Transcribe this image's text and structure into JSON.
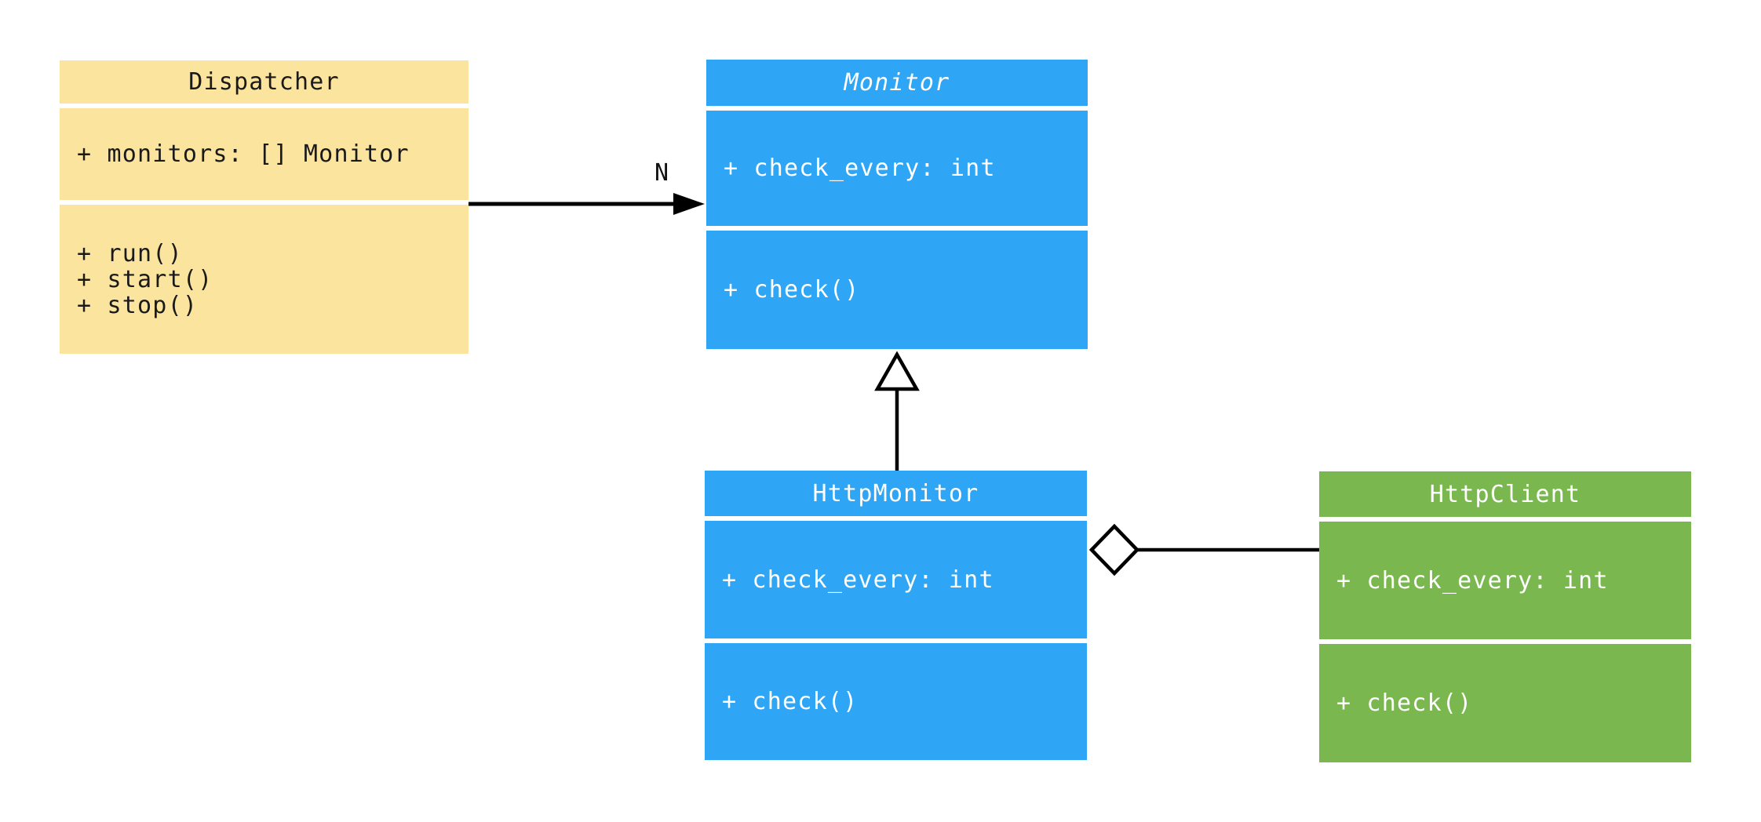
{
  "diagram": {
    "kind": "uml-class-diagram",
    "background_color": "#ffffff",
    "connector_color": "#000000",
    "classes": [
      {
        "name": "Dispatcher",
        "abstract": false,
        "fill": "#FAE49E",
        "text_color": "#1a1a1a",
        "attributes": [
          "+ monitors: [] Monitor"
        ],
        "methods": [
          "+ run()",
          "+ start()",
          "+ stop()"
        ]
      },
      {
        "name": "Monitor",
        "abstract": true,
        "fill": "#2EA6F5",
        "text_color": "#ffffff",
        "attributes": [
          "+ check_every: int"
        ],
        "methods": [
          "+ check()"
        ]
      },
      {
        "name": "HttpMonitor",
        "abstract": false,
        "fill": "#2EA6F5",
        "text_color": "#ffffff",
        "attributes": [
          "+ check_every: int"
        ],
        "methods": [
          "+ check()"
        ]
      },
      {
        "name": "HttpClient",
        "abstract": false,
        "fill": "#7AB84F",
        "text_color": "#ffffff",
        "attributes": [
          "+ check_every: int"
        ],
        "methods": [
          "+ check()"
        ]
      }
    ],
    "relationships": [
      {
        "type": "directed-association",
        "from": "Dispatcher",
        "to": "Monitor",
        "label": "N"
      },
      {
        "type": "generalization",
        "from": "HttpMonitor",
        "to": "Monitor",
        "label": ""
      },
      {
        "type": "aggregation",
        "whole": "HttpMonitor",
        "part": "HttpClient",
        "label": ""
      }
    ]
  }
}
